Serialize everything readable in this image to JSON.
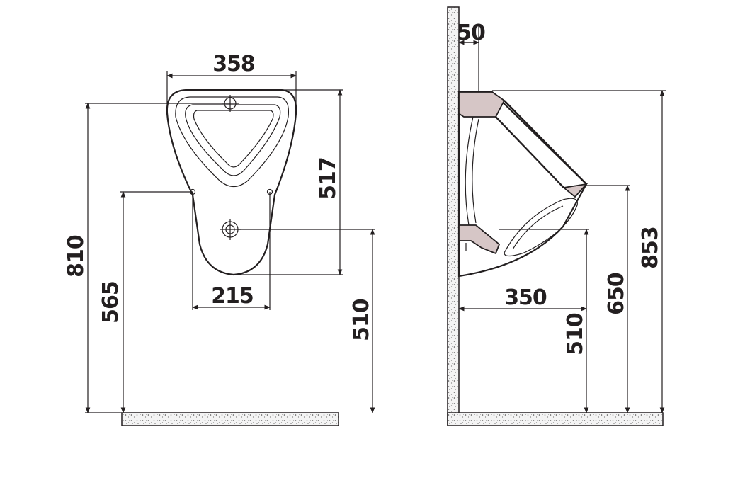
{
  "front_view": {
    "dim_width_top": "358",
    "dim_height_left": "810",
    "dim_height_fixing": "565",
    "dim_height_rim": "517",
    "dim_width_bottom": "215",
    "dim_height_outlet": "510"
  },
  "side_view": {
    "dim_inlet": "50",
    "dim_depth": "350",
    "dim_height_outlet": "510",
    "dim_height_lip": "650",
    "dim_height_total": "853"
  },
  "colors": {
    "ink": "#231f20",
    "section_fill": "#d6c6c6",
    "wall_fill": "#f1f1f1"
  }
}
